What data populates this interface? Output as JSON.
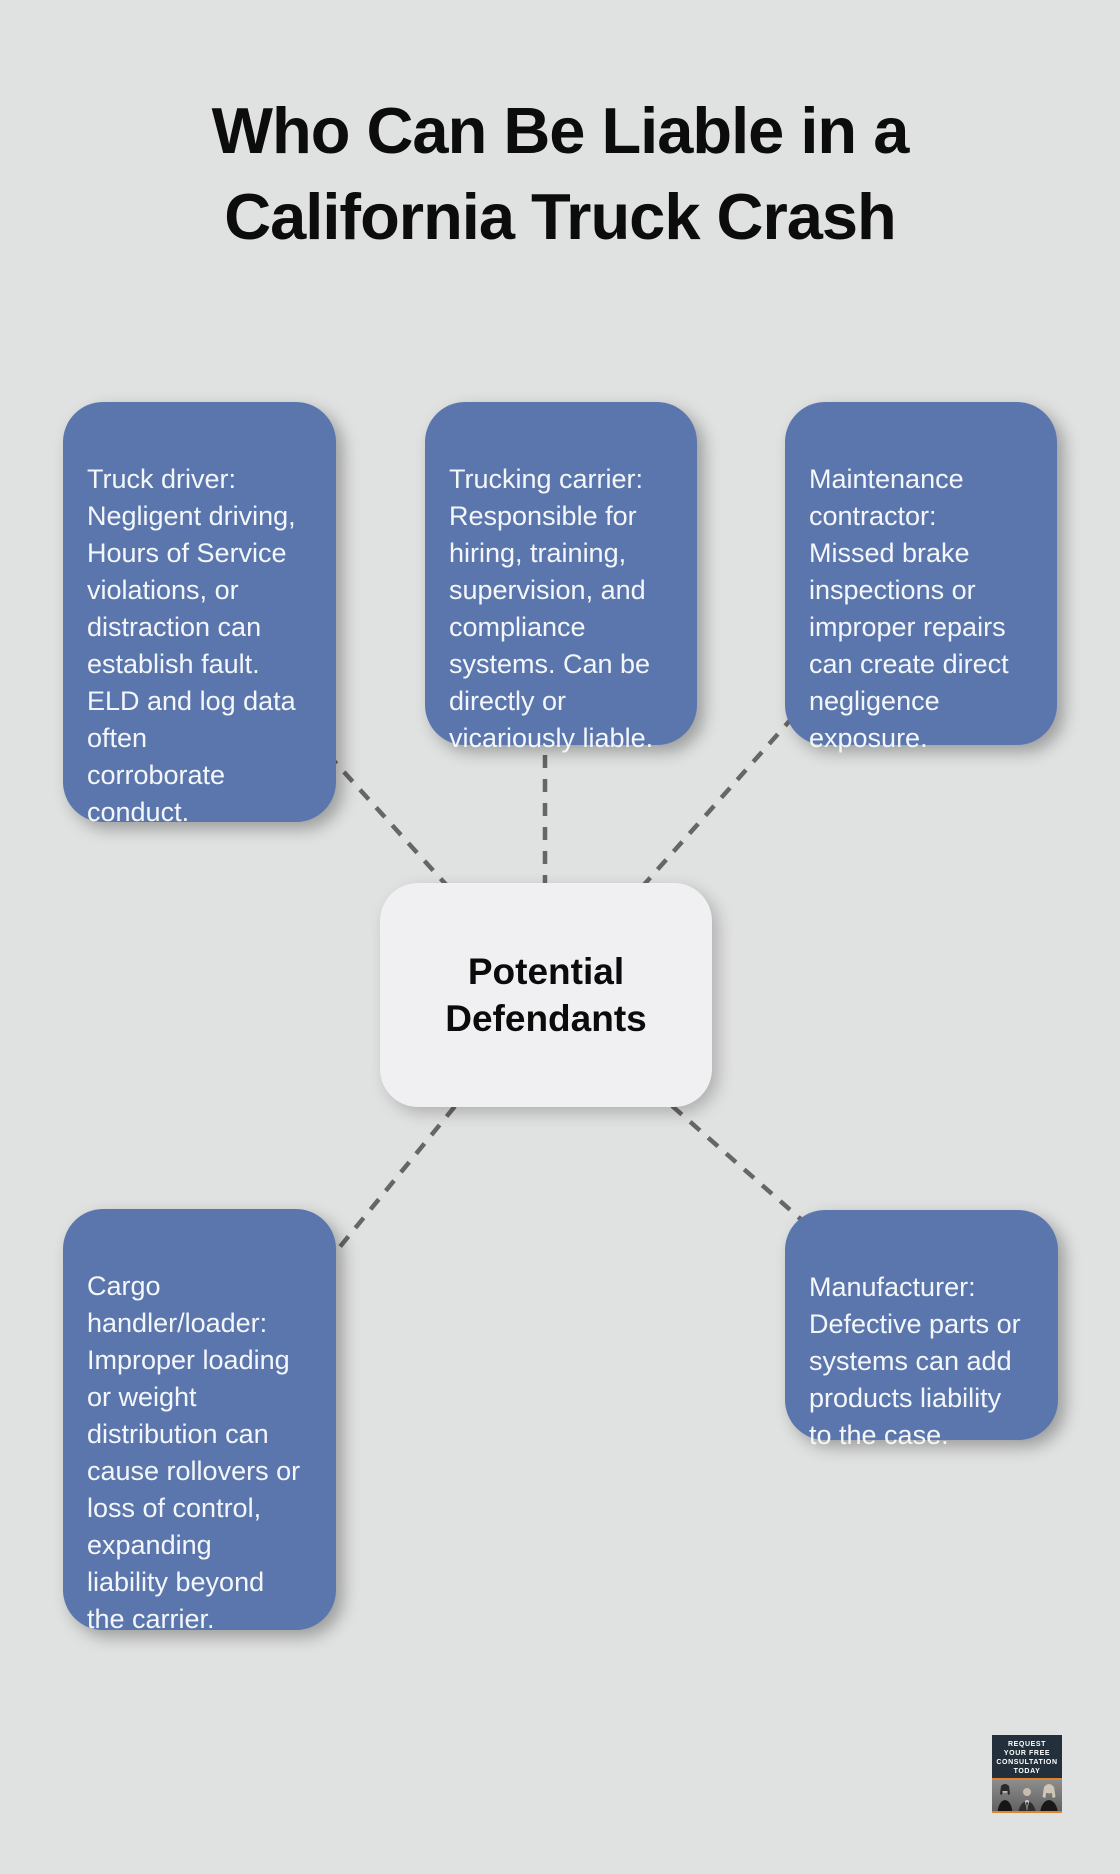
{
  "page": {
    "title": "Who Can Be Liable in a\nCalifornia Truck Crash"
  },
  "center_node": {
    "label": "Potential\nDefendants"
  },
  "boxes": [
    {
      "id": "truck-driver",
      "text": "Truck driver:\nNegligent driving,\nHours of Service\nviolations, or\ndistraction can\nestablish fault.\nELD and log data\noften\ncorroborate\nconduct."
    },
    {
      "id": "trucking-carrier",
      "text": "Trucking carrier:\nResponsible for\nhiring, training,\nsupervision, and\ncompliance\nsystems. Can be\ndirectly or\nvicariously liable."
    },
    {
      "id": "maintenance-contractor",
      "text": "Maintenance\ncontractor:\nMissed brake\ninspections or\nimproper repairs\ncan create direct\nnegligence\nexposure."
    },
    {
      "id": "cargo-handler-loader",
      "text": "Cargo\nhandler/loader:\nImproper loading\nor weight\ndistribution can\ncause rollovers or\nloss of control,\nexpanding\nliability beyond\nthe carrier."
    },
    {
      "id": "manufacturer",
      "text": "Manufacturer:\nDefective parts or\nsystems can add\nproducts liability\nto the case."
    }
  ],
  "badge": {
    "lines": [
      "REQUEST",
      "YOUR FREE",
      "CONSULTATION",
      "TODAY"
    ]
  },
  "colors": {
    "background": "#e0e1e1",
    "leaf_box_fill": "#5b76ad",
    "leaf_box_text": "#f4f7fa",
    "center_fill": "#f0f0f2",
    "center_text": "#0b0b0b",
    "title_text": "#0c0c0c",
    "connector": "#666666",
    "badge_bg": "#232f3a",
    "badge_accent": "#e0832f"
  }
}
